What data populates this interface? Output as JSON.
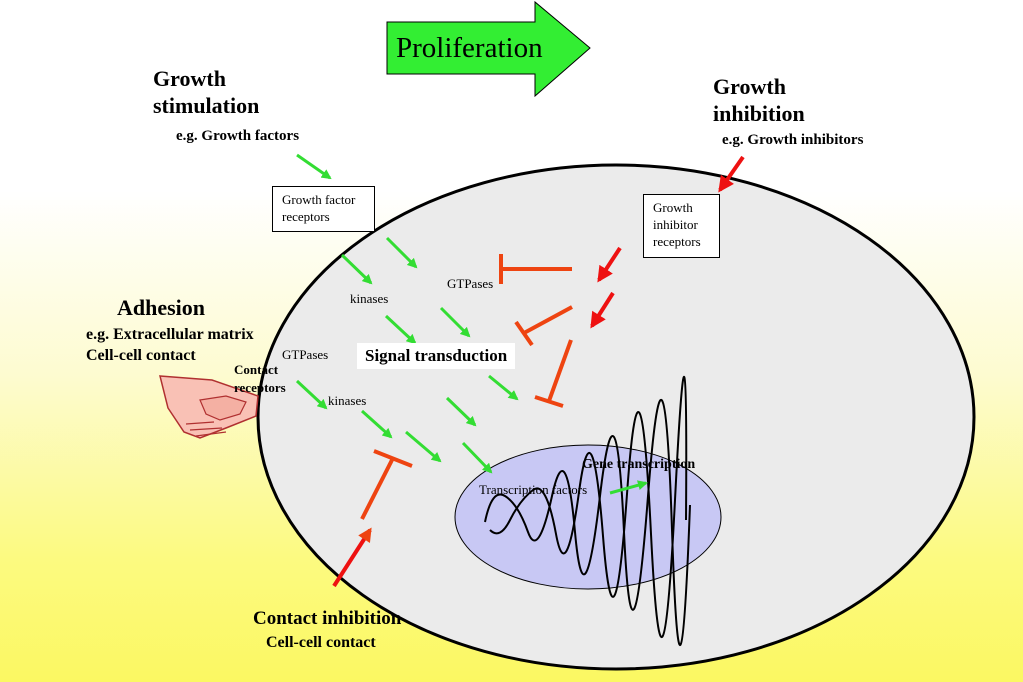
{
  "proliferation": "Proliferation",
  "growth_stimulation": {
    "title_line1": "Growth",
    "title_line2": "stimulation",
    "example": "e.g. Growth factors"
  },
  "growth_inhibition": {
    "title_line1": "Growth",
    "title_line2": "inhibition",
    "example": "e.g. Growth inhibitors"
  },
  "adhesion": {
    "title": "Adhesion",
    "example_line1": "e.g. Extracellular matrix",
    "example_line2": "Cell-cell contact"
  },
  "contact_receptors": {
    "line1": "Contact",
    "line2": "receptors"
  },
  "growth_factor_receptors": {
    "line1": "Growth factor",
    "line2": "receptors"
  },
  "growth_inhibitor_receptors": {
    "line1": "Growth",
    "line2": "inhibitor",
    "line3": "receptors"
  },
  "cell_labels": {
    "kinases_top": "kinases",
    "gtpases_top": "GTPases",
    "gtpases_left": "GTPases",
    "kinases_left": "kinases",
    "signal_transduction": "Signal transduction"
  },
  "nucleus": {
    "transcription_factors": "Transcription factors",
    "gene_transcription": "Gene transcription"
  },
  "contact_inhibition": {
    "title": "Contact inhibition",
    "subtitle": "Cell-cell contact"
  },
  "colors": {
    "stimulation_arrow": "#33dd33",
    "inhibition": "#ee4411",
    "inhibitor_arrow": "#ee1111",
    "cell_fill": "#ebebeb",
    "nucleus_fill": "#c8c8f4",
    "proliferation_fill": "#33ee33"
  }
}
